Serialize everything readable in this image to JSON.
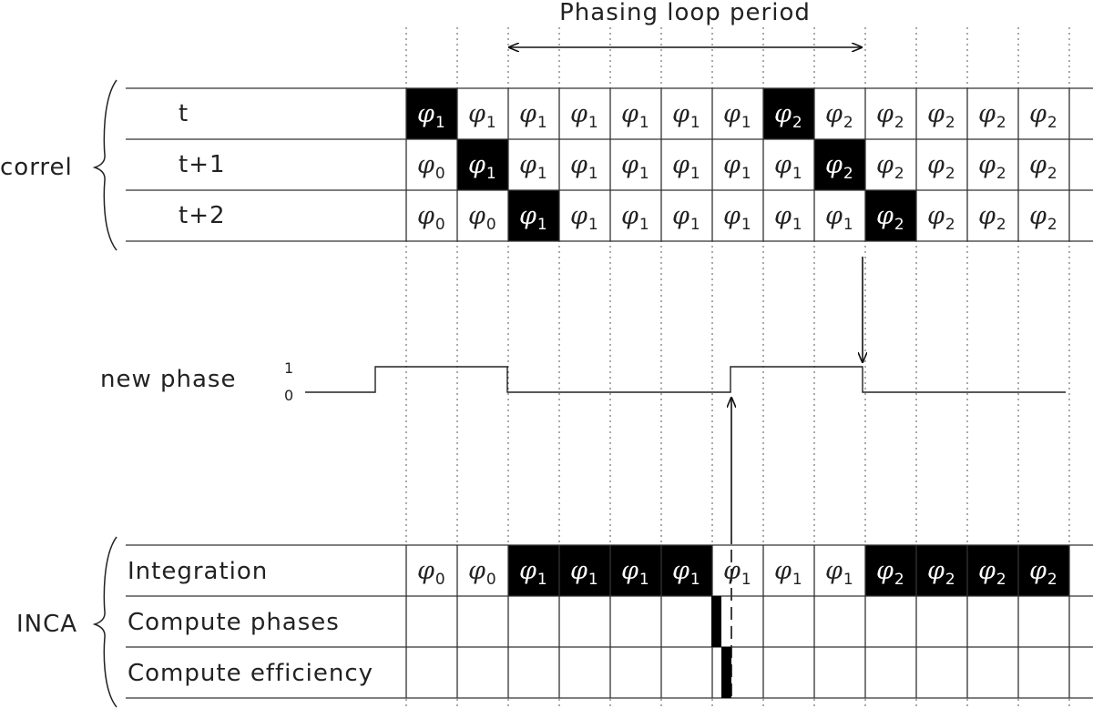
{
  "title": "Phasing loop period",
  "correl": {
    "label": "correl",
    "rows": [
      {
        "label": "t",
        "cells": [
          {
            "s": "1",
            "f": true
          },
          {
            "s": "1"
          },
          {
            "s": "1"
          },
          {
            "s": "1"
          },
          {
            "s": "1"
          },
          {
            "s": "1"
          },
          {
            "s": "1"
          },
          {
            "s": "2",
            "f": true
          },
          {
            "s": "2"
          },
          {
            "s": "2"
          },
          {
            "s": "2"
          },
          {
            "s": "2"
          },
          {
            "s": "2"
          }
        ]
      },
      {
        "label": "t+1",
        "cells": [
          {
            "s": "0"
          },
          {
            "s": "1",
            "f": true
          },
          {
            "s": "1"
          },
          {
            "s": "1"
          },
          {
            "s": "1"
          },
          {
            "s": "1"
          },
          {
            "s": "1"
          },
          {
            "s": "1"
          },
          {
            "s": "2",
            "f": true
          },
          {
            "s": "2"
          },
          {
            "s": "2"
          },
          {
            "s": "2"
          },
          {
            "s": "2"
          }
        ]
      },
      {
        "label": "t+2",
        "cells": [
          {
            "s": "0"
          },
          {
            "s": "0"
          },
          {
            "s": "1",
            "f": true
          },
          {
            "s": "1"
          },
          {
            "s": "1"
          },
          {
            "s": "1"
          },
          {
            "s": "1"
          },
          {
            "s": "1"
          },
          {
            "s": "1"
          },
          {
            "s": "2",
            "f": true
          },
          {
            "s": "2"
          },
          {
            "s": "2"
          },
          {
            "s": "2"
          }
        ]
      }
    ]
  },
  "signal": {
    "label": "new phase",
    "high_label": "1",
    "low_label": "0"
  },
  "inca": {
    "label": "INCA",
    "rows": [
      {
        "label": "Integration",
        "cells": [
          {
            "s": "0"
          },
          {
            "s": "0"
          },
          {
            "s": "1",
            "f": true
          },
          {
            "s": "1",
            "f": true
          },
          {
            "s": "1",
            "f": true
          },
          {
            "s": "1",
            "f": true
          },
          {
            "s": "1"
          },
          {
            "s": "1"
          },
          {
            "s": "1"
          },
          {
            "s": "2",
            "f": true
          },
          {
            "s": "2",
            "f": true
          },
          {
            "s": "2",
            "f": true
          },
          {
            "s": "2",
            "f": true
          }
        ]
      },
      {
        "label": "Compute phases",
        "cells": []
      },
      {
        "label": "Compute efficiency",
        "cells": []
      }
    ]
  },
  "phi_symbol": "φ"
}
